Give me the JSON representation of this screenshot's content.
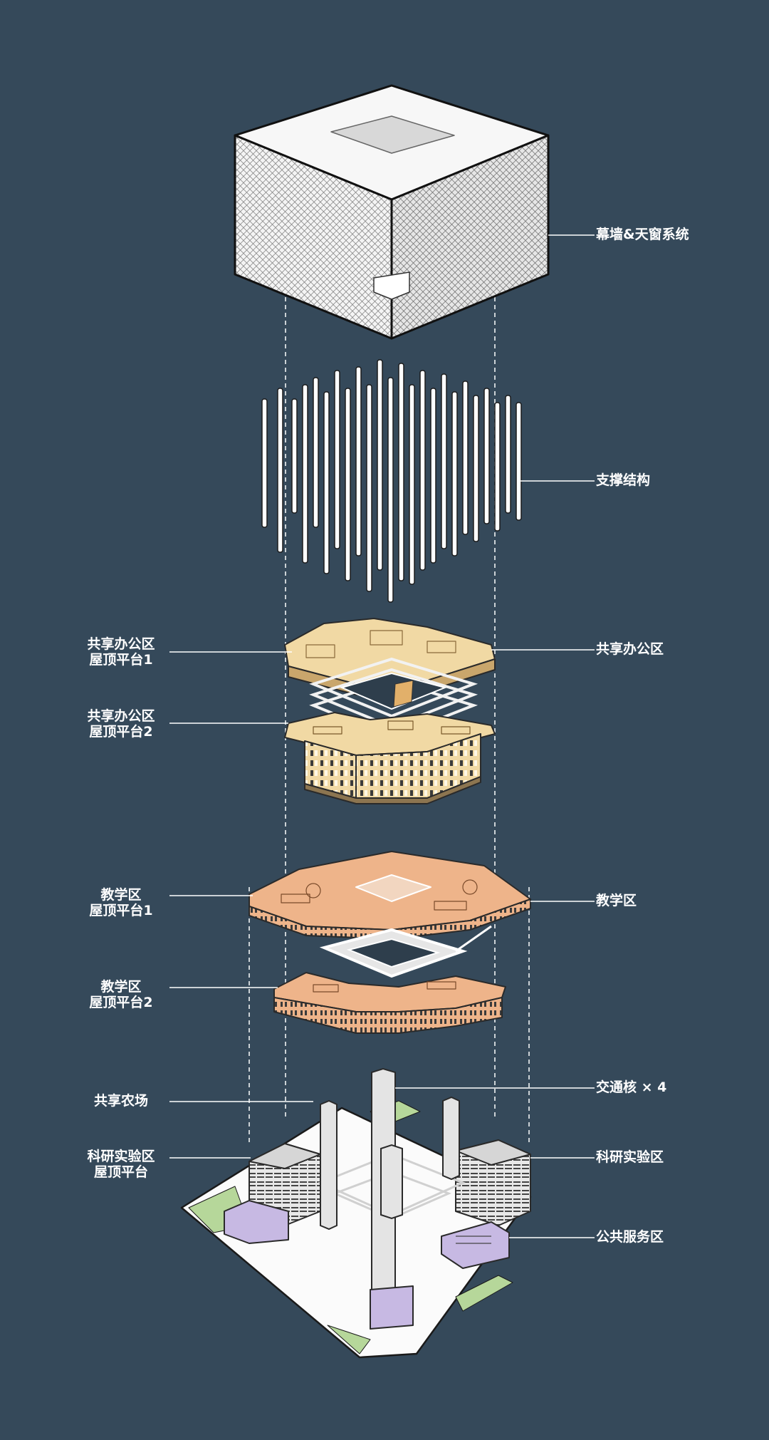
{
  "labels": {
    "curtain_wall": "幕墙&天窗系统",
    "support_structure": "支撑结构",
    "office_roof_1": [
      "共享办公区",
      "屋顶平台1"
    ],
    "office_area": "共享办公区",
    "office_roof_2": [
      "共享办公区",
      "屋顶平台2"
    ],
    "teaching_roof_1": [
      "教学区",
      "屋顶平台1"
    ],
    "teaching_area": "教学区",
    "teaching_roof_2": [
      "教学区",
      "屋顶平台2"
    ],
    "shared_farm": "共享农场",
    "traffic_core": "交通核 × 4",
    "research_roof": [
      "科研实验区",
      "屋顶平台"
    ],
    "research_area": "科研实验区",
    "public_service": "公共服务区"
  },
  "colors": {
    "background": "#35495a",
    "office": "#f1d9a4",
    "teaching": "#eeb48a",
    "service": "#c7b9e3",
    "green": "#b6d79a",
    "white": "#ffffff"
  }
}
